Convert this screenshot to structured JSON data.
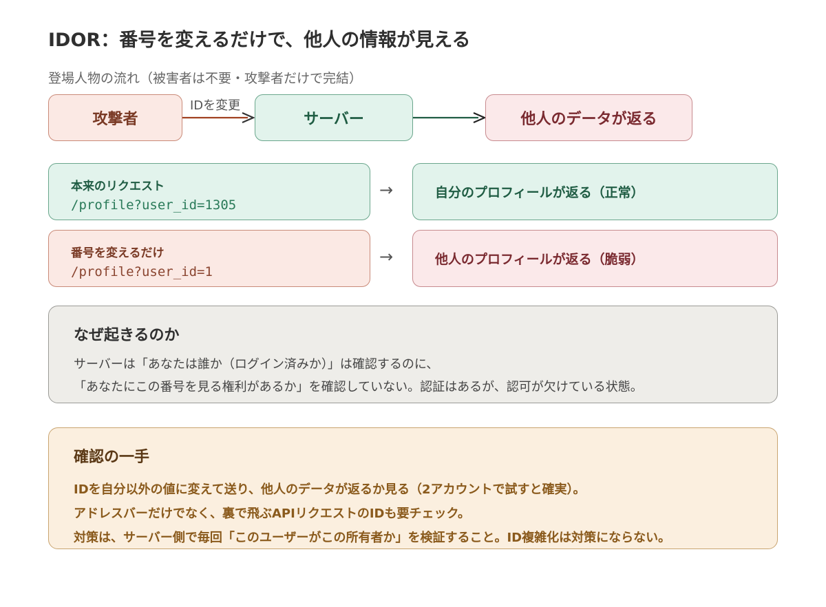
{
  "title": "IDOR：番号を変えるだけで、他人の情報が見える",
  "flow": {
    "caption": "登場人物の流れ（被害者は不要・攻撃者だけで完結）",
    "attacker": "攻撃者",
    "edge_label": "IDを変更",
    "server": "サーバー",
    "result": "他人のデータが返る"
  },
  "requests": {
    "normal": {
      "label": "本来のリクエスト",
      "path": "/profile?user_id=1305",
      "arrow": "→",
      "result": "自分のプロフィールが返る（正常）"
    },
    "vulnerable": {
      "label": "番号を変えるだけ",
      "path": "/profile?user_id=1",
      "arrow": "→",
      "result": "他人のプロフィールが返る（脆弱）"
    }
  },
  "why": {
    "heading": "なぜ起きるのか",
    "lines": [
      "サーバーは「あなたは誰か（ログイン済みか）」は確認するのに、",
      "「あなたにこの番号を見る権利があるか」を確認していない。認証はあるが、認可が欠けている状態。"
    ]
  },
  "check": {
    "heading": "確認の一手",
    "lines": [
      "IDを自分以外の値に変えて送り、他人のデータが返るか見る（2アカウントで試すと確実）。",
      "アドレスバーだけでなく、裏で飛ぶAPIリクエストのIDも要チェック。",
      "対策は、サーバー側で毎回「このユーザーがこの所有者か」を検証すること。ID複雑化は対策にならない。"
    ]
  },
  "colors": {
    "attacker_fill": "#fbe9e4",
    "attacker_edge": "#a04020",
    "server_fill": "#e2f3ec",
    "server_edge": "#1f5c43",
    "result_fill": "#fbe9ea",
    "why_fill": "#eeede9",
    "check_fill": "#fbefdf"
  }
}
